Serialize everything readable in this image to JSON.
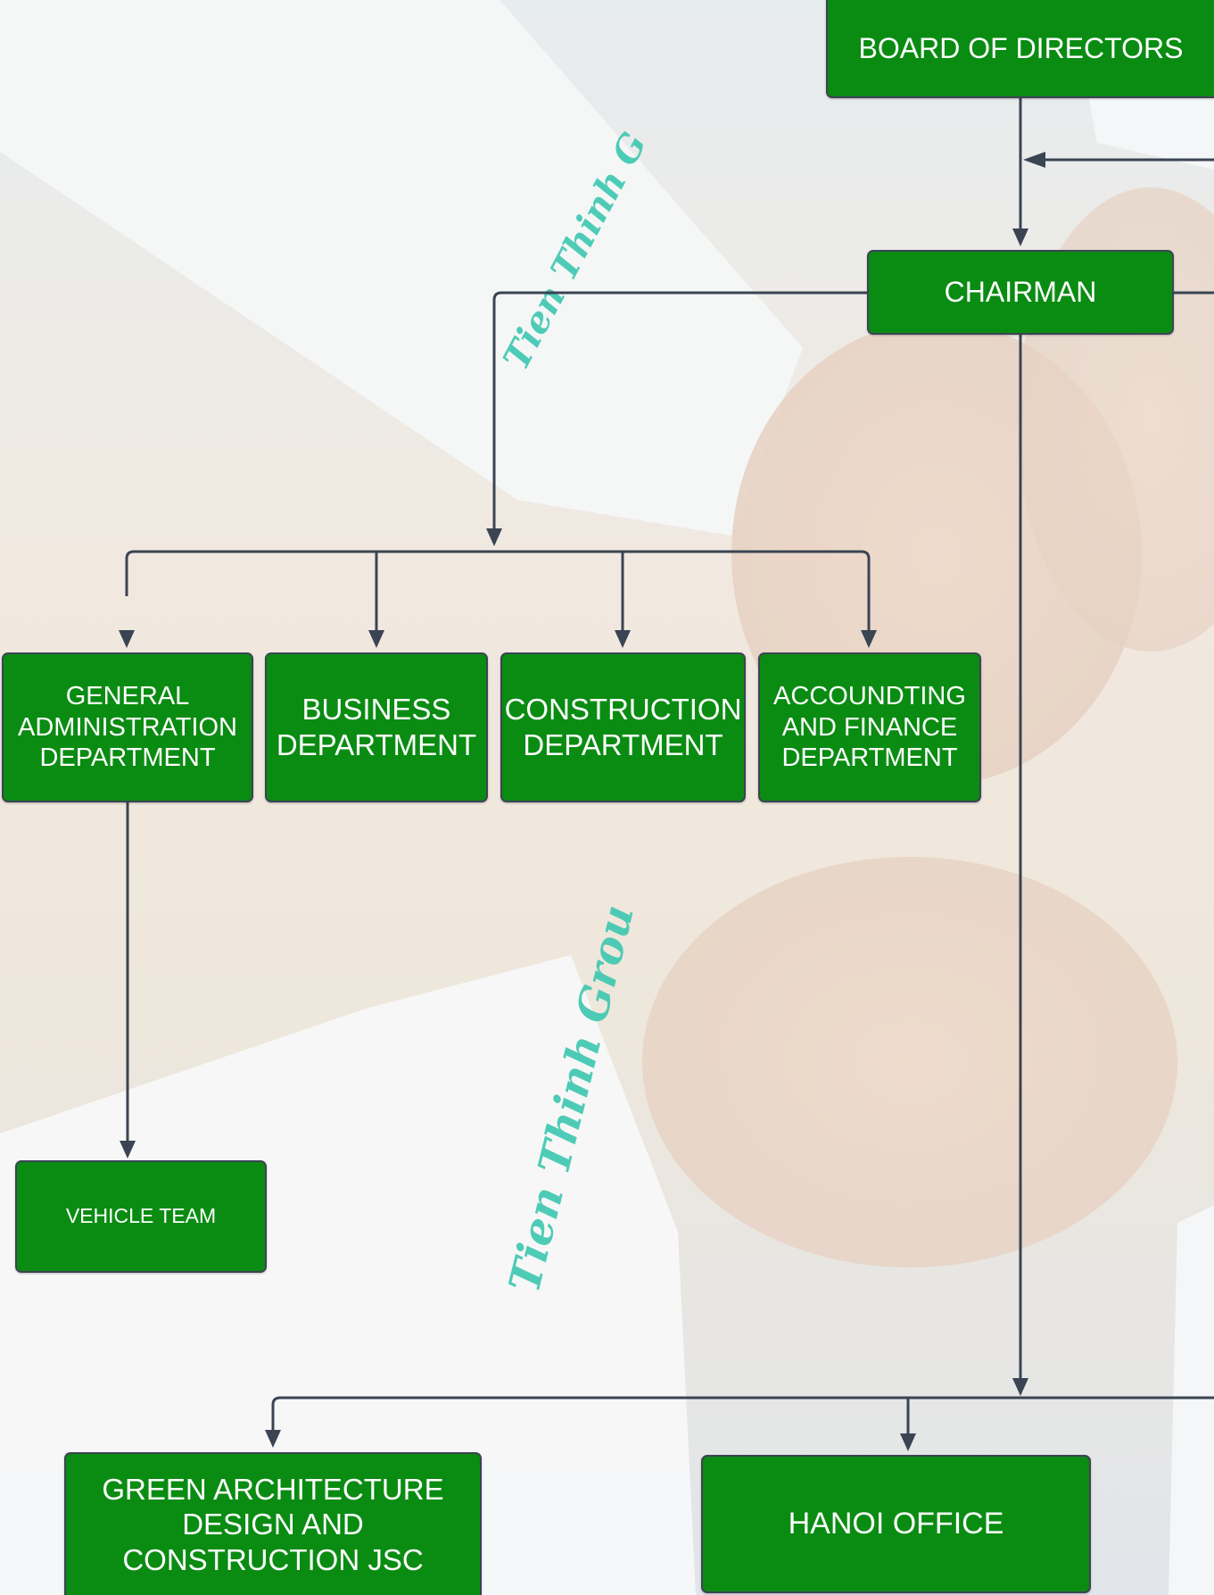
{
  "colors": {
    "node_fill": "#0a8c12",
    "node_border": "#3b4453",
    "connector": "#3b4453",
    "node_text": "#ffffff",
    "embroidery": "#3cc7b0"
  },
  "background": {
    "embroidery_texts": [
      "Tien Thinh G",
      "Tien Thinh Grou"
    ]
  },
  "org_chart": {
    "board": "BOARD OF DIRECTORS",
    "chairman": "CHAIRMAN",
    "departments": {
      "general_admin": "GENERAL\nADMINISTRATION\nDEPARTMENT",
      "business": "BUSINESS\nDEPARTMENT",
      "construction": "CONSTRUCTION\nDEPARTMENT",
      "accounting": "ACCOUNDTING\nAND FINANCE\nDEPARTMENT"
    },
    "vehicle_team": "VEHICLE TEAM",
    "subsidiaries": {
      "green_architecture": "GREEN ARCHITECTURE\nDESIGN AND\nCONSTRUCTION JSC",
      "hanoi_office": "HANOI OFFICE"
    }
  }
}
